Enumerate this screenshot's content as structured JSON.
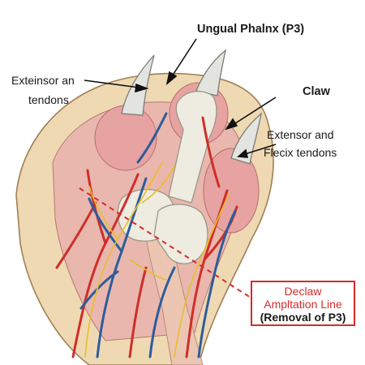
{
  "labels": {
    "ungual_phalanx": "Ungual Phalnx (P3)",
    "extensor_left_line1": "Exteinsor an",
    "extensor_left_line2": "tendons",
    "claw": "Claw",
    "extensor_flexor_line1": "Extensor and",
    "extensor_flexor_line2": "Flecix tendons"
  },
  "amputation_box": {
    "line1": "Declaw",
    "line2": "Ampltation Line",
    "line3": "(Removal of P3)"
  },
  "colors": {
    "skin": "#efd9b3",
    "claw": "#e3e3df",
    "bone": "#eeebe0",
    "muscle": "#e7a7a4",
    "artery": "#cf2e28",
    "vein": "#2d5c9c",
    "nerve": "#e6bf2a",
    "amputation_red": "#d72a2a"
  }
}
